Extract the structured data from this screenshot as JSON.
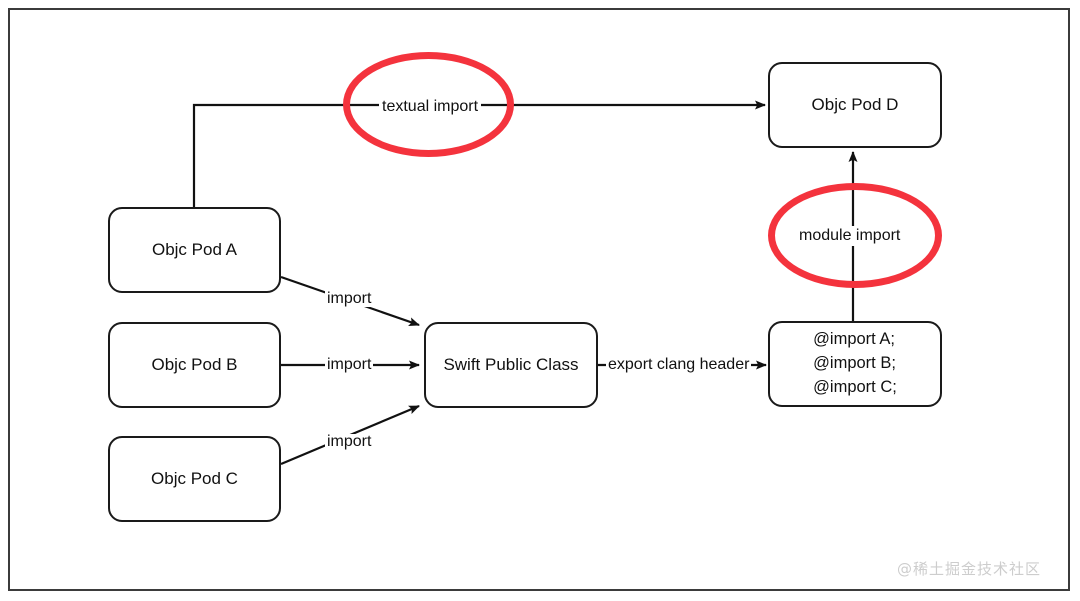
{
  "diagram": {
    "title": "Objc Pod and Swift module import relationships",
    "colors": {
      "frame_border": "#3b3b3b",
      "node_border": "#1a1a1a",
      "edge": "#111111",
      "annotation_red": "#f4333d",
      "watermark": "#cdcdcd",
      "background": "#ffffff"
    },
    "nodes": [
      {
        "id": "pod_a",
        "label": "Objc Pod A"
      },
      {
        "id": "pod_b",
        "label": "Objc Pod B"
      },
      {
        "id": "pod_c",
        "label": "Objc Pod C"
      },
      {
        "id": "swift_class",
        "label": "Swift  Public Class"
      },
      {
        "id": "pod_d",
        "label": "Objc Pod D"
      },
      {
        "id": "import_list",
        "label": "@import A;\n@import B;\n@import C;"
      }
    ],
    "edges": [
      {
        "id": "a_to_d",
        "from": "pod_a",
        "to": "pod_d",
        "label": "textual import"
      },
      {
        "id": "a_to_swift",
        "from": "pod_a",
        "to": "swift_class",
        "label": "import"
      },
      {
        "id": "b_to_swift",
        "from": "pod_b",
        "to": "swift_class",
        "label": "import"
      },
      {
        "id": "c_to_swift",
        "from": "pod_c",
        "to": "swift_class",
        "label": "import"
      },
      {
        "id": "swift_to_list",
        "from": "swift_class",
        "to": "import_list",
        "label": "export clang header"
      },
      {
        "id": "list_to_d",
        "from": "import_list",
        "to": "pod_d",
        "label": "module import"
      }
    ],
    "annotations": [
      {
        "id": "annot_textual",
        "label": "textual import",
        "shape": "ellipse",
        "color": "#f4333d"
      },
      {
        "id": "annot_module",
        "label": "module import",
        "shape": "ellipse",
        "color": "#f4333d"
      }
    ],
    "watermark": "@稀土掘金技术社区"
  }
}
